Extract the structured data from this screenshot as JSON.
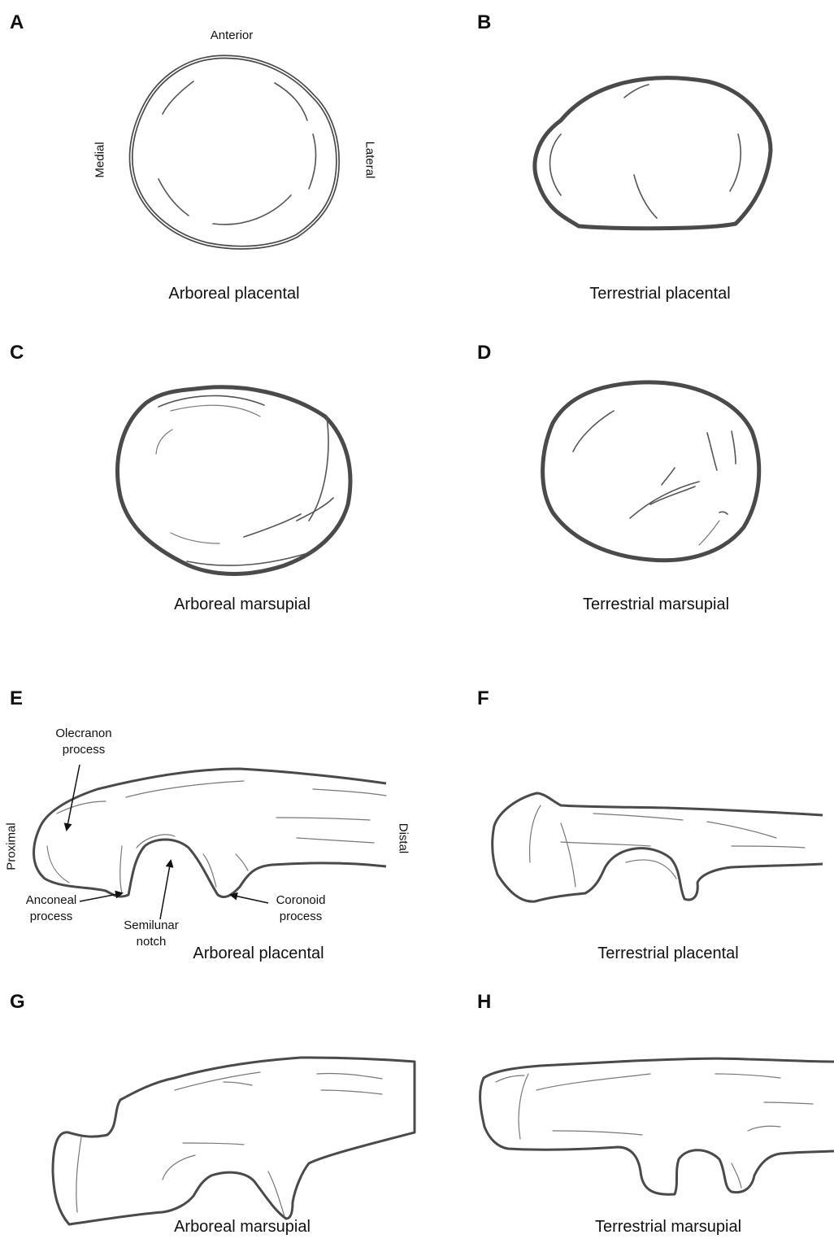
{
  "panels": {
    "A": {
      "letter": "A",
      "caption": "Arboreal placental"
    },
    "B": {
      "letter": "B",
      "caption": "Terrestrial placental"
    },
    "C": {
      "letter": "C",
      "caption": "Arboreal marsupial"
    },
    "D": {
      "letter": "D",
      "caption": "Terrestrial marsupial"
    },
    "E": {
      "letter": "E",
      "caption": "Arboreal placental"
    },
    "F": {
      "letter": "F",
      "caption": "Terrestrial placental"
    },
    "G": {
      "letter": "G",
      "caption": "Arboreal marsupial"
    },
    "H": {
      "letter": "H",
      "caption": "Terrestrial marsupial"
    }
  },
  "orientation_labels": {
    "anterior": "Anterior",
    "medial": "Medial",
    "lateral": "Lateral",
    "proximal": "Proximal",
    "distal": "Distal"
  },
  "anatomy_labels": {
    "olecranon": [
      "Olecranon",
      "process"
    ],
    "anconeal": [
      "Anconeal",
      "process"
    ],
    "semilunar": [
      "Semilunar",
      "notch"
    ],
    "coronoid": [
      "Coronoid",
      "process"
    ]
  }
}
